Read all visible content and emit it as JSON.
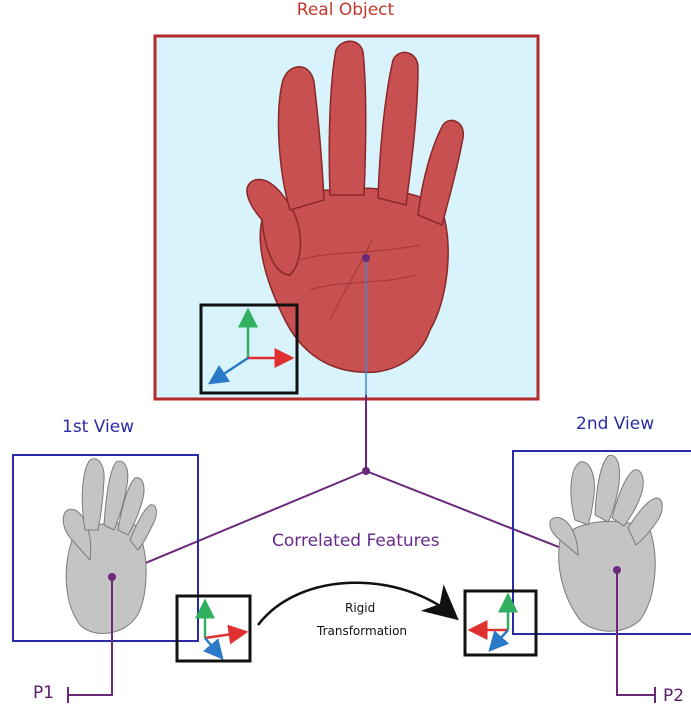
{
  "labels": {
    "real_object": "Real Object",
    "first_view": "1st View",
    "second_view": "2nd View",
    "correlated_features": "Correlated Features",
    "rigid": "Rigid",
    "transformation": "Transformation",
    "p1": "P1",
    "p2": "P2"
  },
  "colors": {
    "real_object_frame": "#b22a2a",
    "real_object_background": "#d8f3fb",
    "hand_red": "#c85050",
    "hand_gray": "#c4c4c4",
    "view_frame": "#2a2aa8",
    "connector_purple": "#6a2a7a",
    "axis_x": "#e03030",
    "axis_y": "#30b060",
    "axis_z": "#2a7ac8"
  },
  "icons": [
    "hand-3d-model",
    "coordinate-axes-icon",
    "curved-arrow-icon"
  ]
}
